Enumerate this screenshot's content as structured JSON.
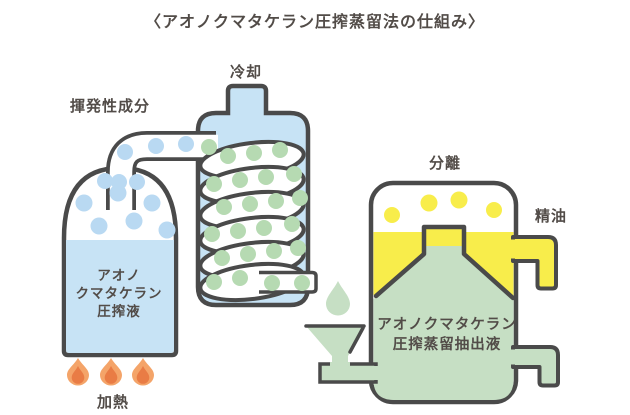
{
  "title": "〈アオノクマタケラン圧搾蒸留法の仕組み〉",
  "labels": {
    "volatile_component": "揮発性成分",
    "cooling": "冷却",
    "separation": "分離",
    "essential_oil": "精油",
    "heating": "加熱"
  },
  "flask_label": {
    "line1": "アオノ",
    "line2": "クマタケラン",
    "line3": "圧搾液"
  },
  "separator_label": {
    "line1": "アオノクマタケラン",
    "line2": "圧搾蒸留抽出液"
  },
  "colors": {
    "outline": "#4a4a4a",
    "text": "#524c48",
    "blue_fill": "#c7e3f5",
    "blue_dot": "#b9d9f2",
    "green_fill": "#c6dfc4",
    "green_dot": "#b6dab2",
    "yellow": "#f8ed4b",
    "flame_outer": "#f4a469",
    "flame_inner": "#e97c45",
    "background": "#ffffff"
  }
}
